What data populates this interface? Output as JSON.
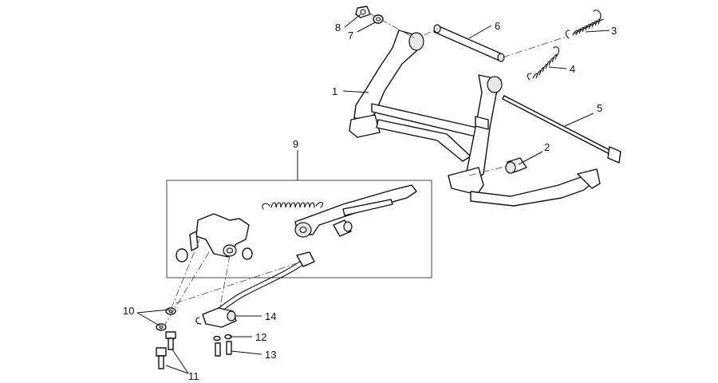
{
  "labels": {
    "p1": "1",
    "p2": "2",
    "p3": "3",
    "p4": "4",
    "p5": "5",
    "p6": "6",
    "p7": "7",
    "p8": "8",
    "p9": "9",
    "p10": "10",
    "p11": "11",
    "p12": "12",
    "p13": "13",
    "p14": "14"
  },
  "colors": {
    "line": "#111111",
    "background": "#ffffff"
  }
}
